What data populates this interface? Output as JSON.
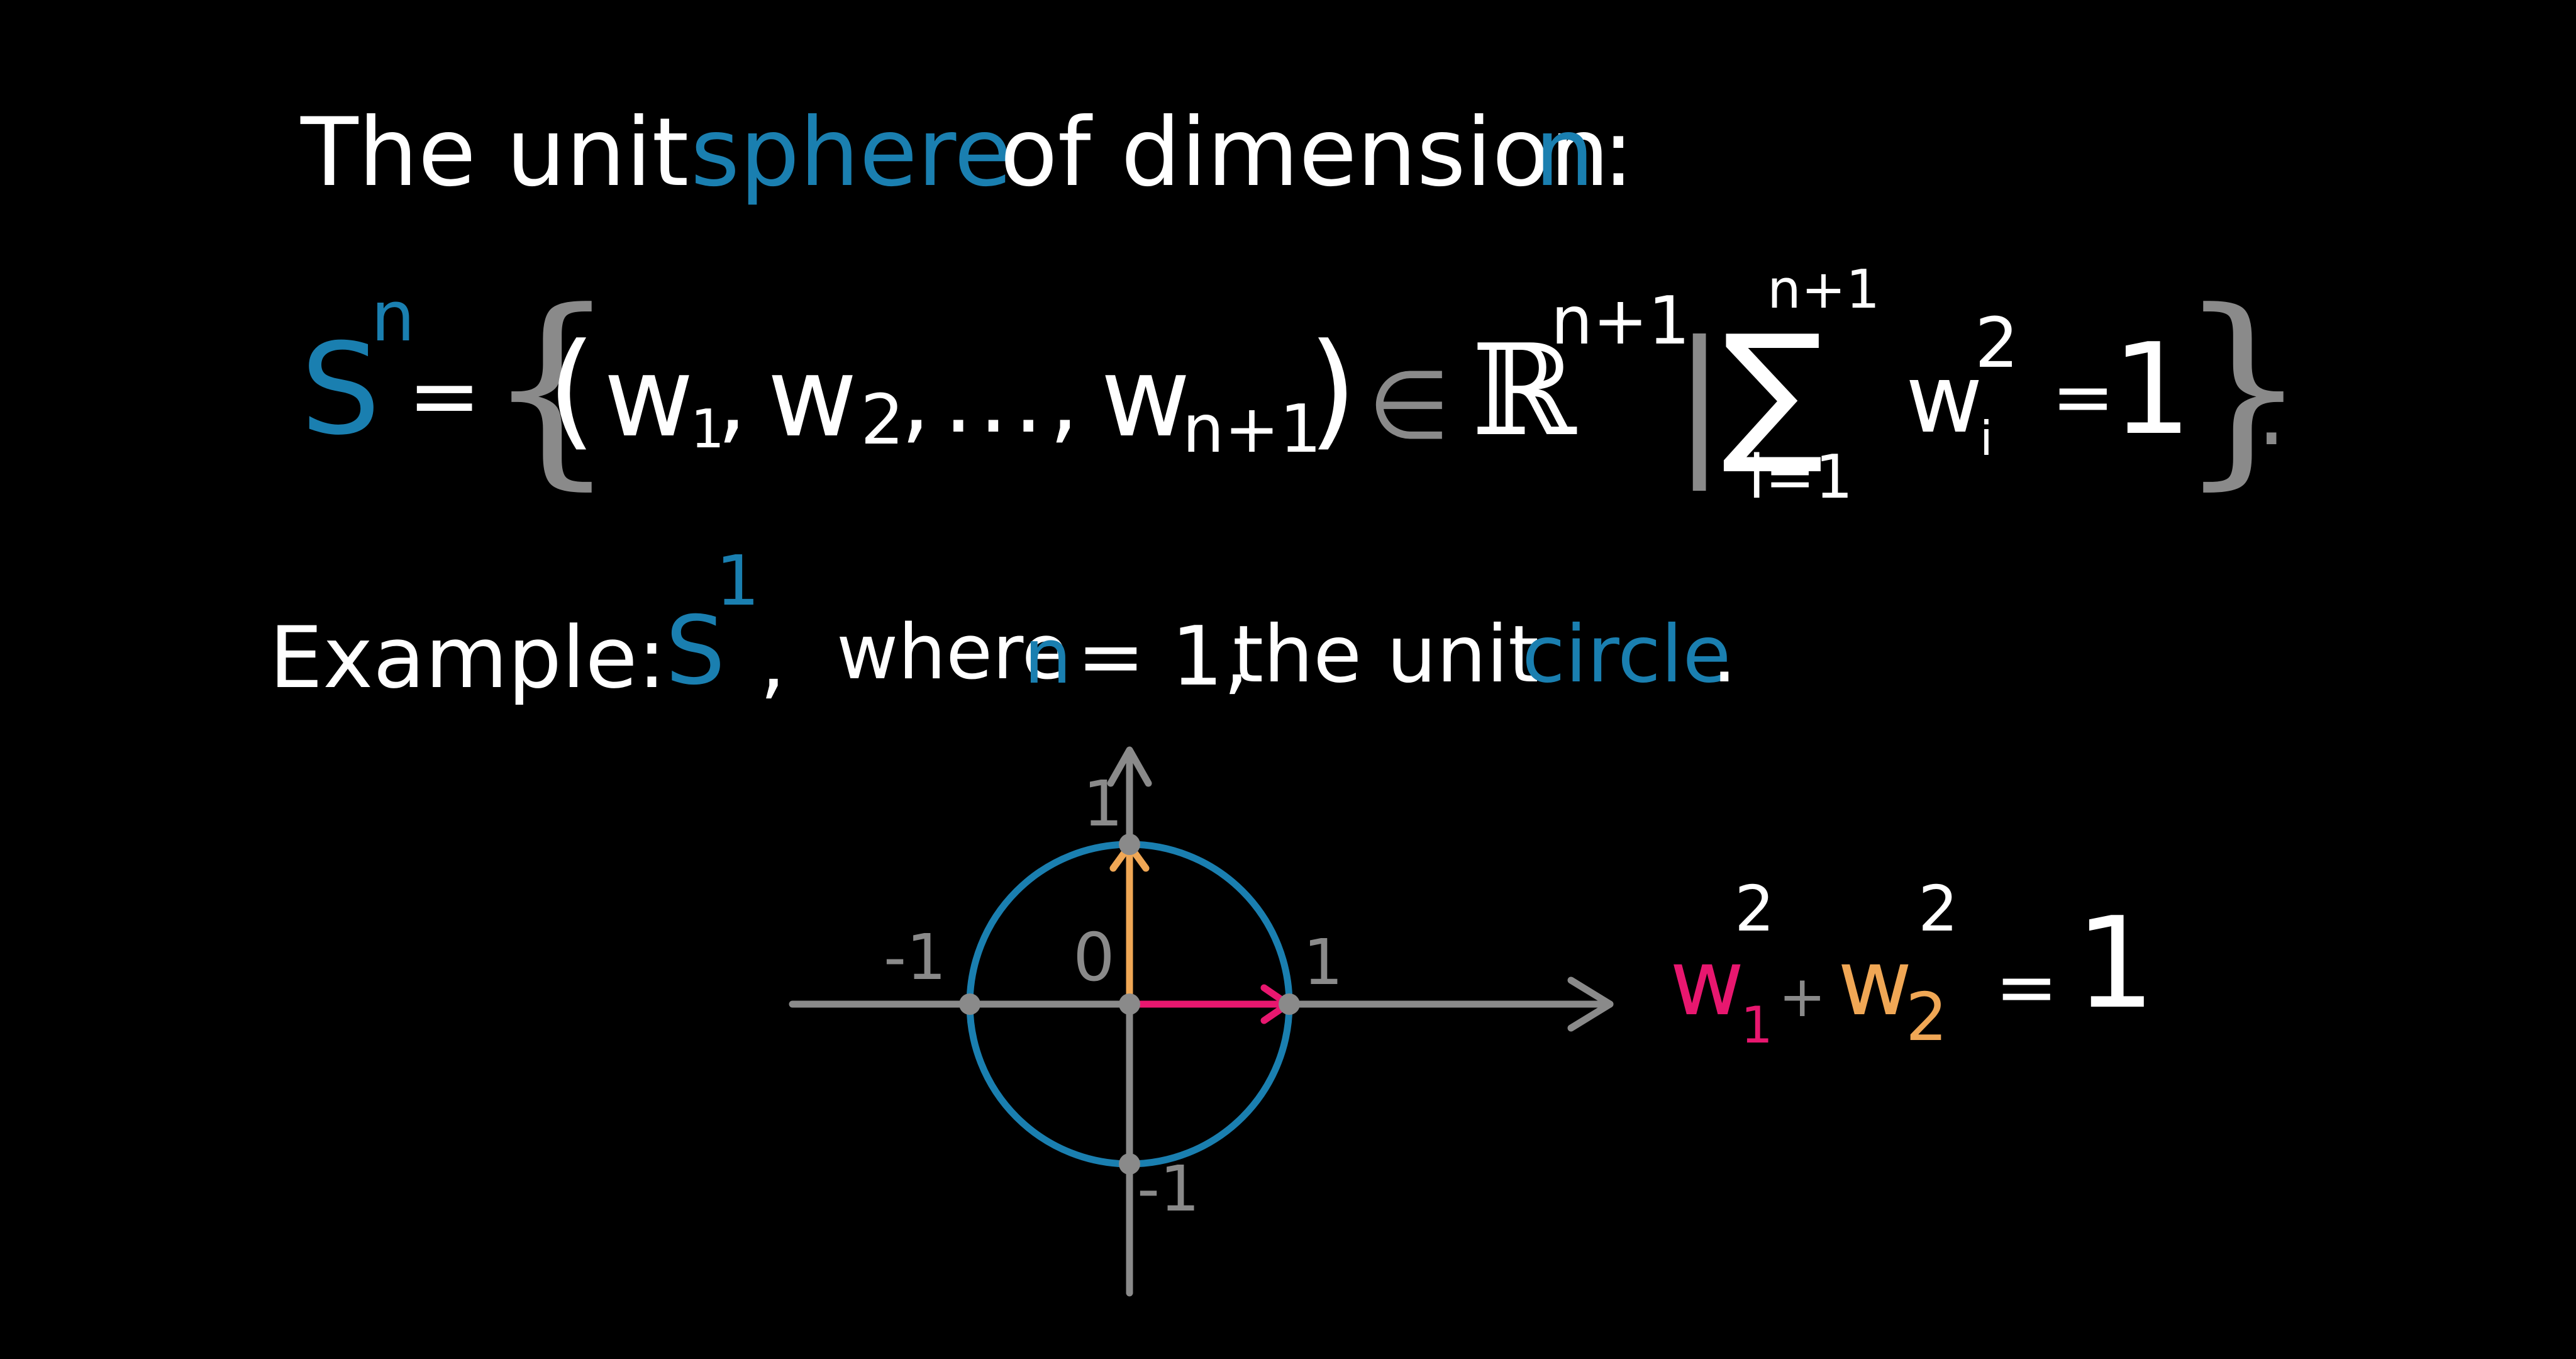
{
  "colors": {
    "text": "#ffffff",
    "blue": "#1a7fb0",
    "gray": "#8a8a8a",
    "magenta": "#e8176f",
    "orange": "#f0a755",
    "background": "#000000"
  },
  "heading": {
    "p1": "The unit",
    "p2": "sphere",
    "p3": "of dimension",
    "p4": "n",
    "p5": ":"
  },
  "formula": {
    "S": "S",
    "sup_n": "n",
    "eq": "=",
    "lbrace": "{",
    "lparen": "(",
    "w1": "w",
    "sub1": "1",
    "comma1": ",",
    "w2": "w",
    "sub2": "2",
    "comma2": ",",
    "dots": "...",
    "comma3": ",",
    "wn": "w",
    "subn": "n+1",
    "rparen": ")",
    "in": "∈",
    "R": "ℝ",
    "sup_n1": "n+1",
    "bar": "|",
    "sum": "∑",
    "sum_top": "n+1",
    "sum_bottom": "i=1",
    "wi": "w",
    "subi": "i",
    "sup2": "2",
    "eq2": "=",
    "one": "1",
    "rbrace": "}",
    "period": "."
  },
  "example": {
    "p1": "Example:",
    "S": "S",
    "sup1": "1",
    "comma": ",",
    "p2": "where",
    "n": "n",
    "p3": "= 1,",
    "p4": "the unit",
    "circle": "circle",
    "period": "."
  },
  "diagram": {
    "label_1_top": "1",
    "label_neg1_left": "-1",
    "label_0": "0",
    "label_1_right": "1",
    "label_neg1_bottom": "-1"
  },
  "equation": {
    "w1": "w",
    "sub1": "1",
    "sup1": "2",
    "plus": "+",
    "w2": "w",
    "sub2": "2",
    "sup2": "2",
    "eq": "=",
    "one": "1"
  }
}
